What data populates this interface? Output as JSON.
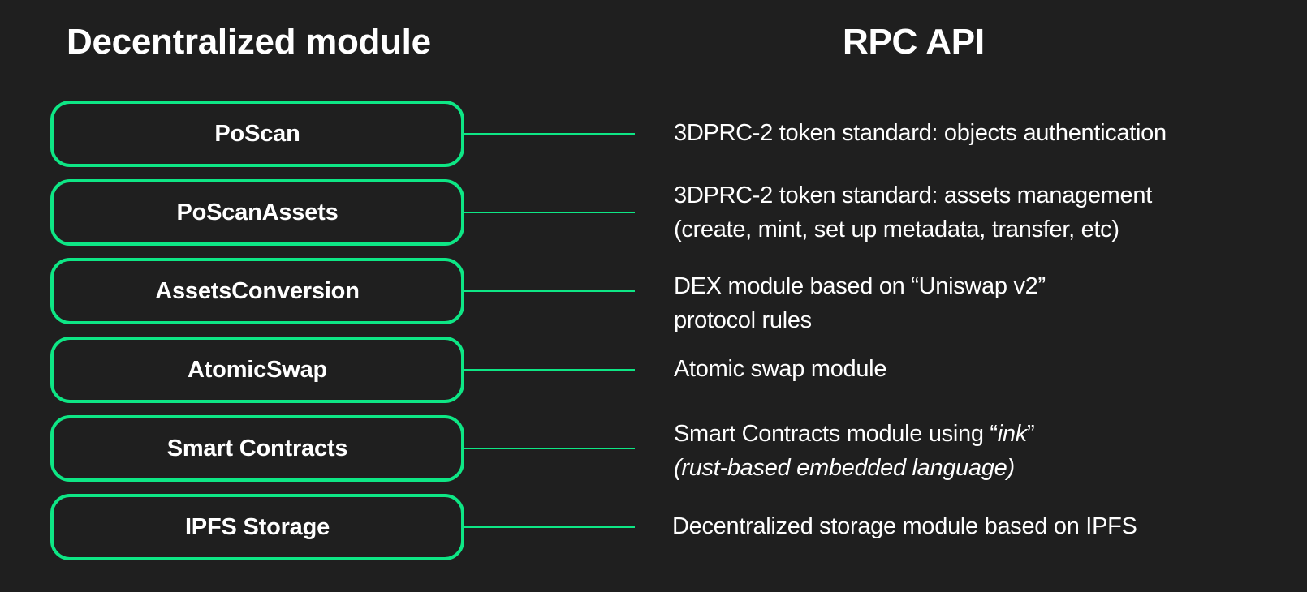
{
  "titles": {
    "left": "Decentralized module",
    "right": "RPC API"
  },
  "colors": {
    "background": "#1f1f1f",
    "accent": "#0ee685",
    "text": "#ffffff"
  },
  "modules": [
    {
      "name": "PoScan",
      "description": {
        "line1": "3DPRC-2 token standard: objects authentication"
      }
    },
    {
      "name": "PoScanAssets",
      "description": {
        "line1": "3DPRC-2 token standard: assets management",
        "line2": "(create, mint, set up metadata, transfer, etc)"
      }
    },
    {
      "name": "AssetsConversion",
      "description": {
        "line1": "DEX module based on “Uniswap v2”",
        "line2": "protocol rules"
      }
    },
    {
      "name": "AtomicSwap",
      "description": {
        "line1": "Atomic swap module"
      }
    },
    {
      "name": "Smart Contracts",
      "description": {
        "line1_prefix": "Smart Contracts module using “",
        "line1_italic": "ink",
        "line1_suffix": "”",
        "line2": "(rust-based embedded language)"
      }
    },
    {
      "name": "IPFS Storage",
      "description": {
        "line1": "Decentralized storage module based on IPFS"
      }
    }
  ]
}
